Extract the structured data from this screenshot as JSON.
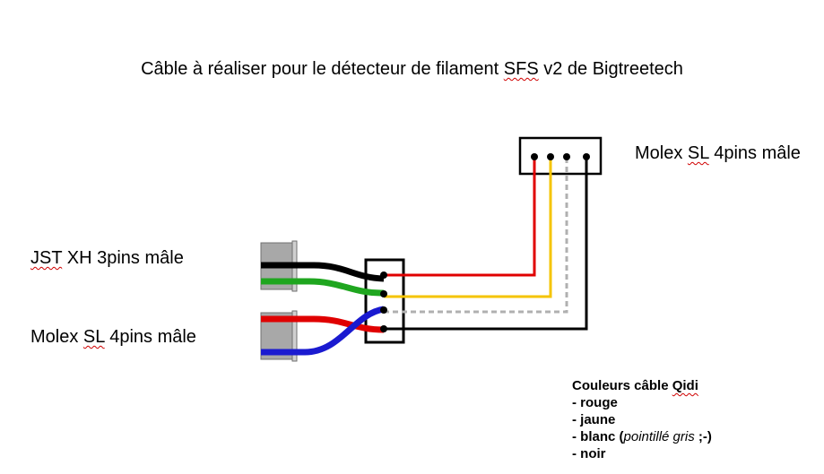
{
  "title": {
    "prefix": "Câble à réaliser pour le détecteur de filament ",
    "underlined": "SFS",
    "suffix": " v2 de Bigtreetech"
  },
  "labels": {
    "molex_top": {
      "prefix": "Molex ",
      "underlined": "SL",
      "suffix": " 4pins mâle"
    },
    "jst": {
      "prefix": "",
      "underlined": "JST",
      "suffix": " XH 3pins mâle"
    },
    "molex_left": {
      "prefix": "Molex ",
      "underlined": "SL",
      "suffix": " 4pins mâle"
    }
  },
  "legend": {
    "heading_prefix": "Couleurs câble ",
    "heading_underlined": "Qidi",
    "items": [
      "- rouge",
      "- jaune"
    ],
    "blanc_prefix": "- blanc (",
    "blanc_italic": "pointillé gris",
    "blanc_suffix": " ;-)",
    "noir": "- noir"
  },
  "colors": {
    "red": "#e00000",
    "yellow": "#f5c400",
    "gray_dashed": "#b0b0b0",
    "black": "#000000",
    "green": "#1fa61f",
    "blue": "#1a1ad0",
    "connector_gray": "#a8a8a8"
  }
}
